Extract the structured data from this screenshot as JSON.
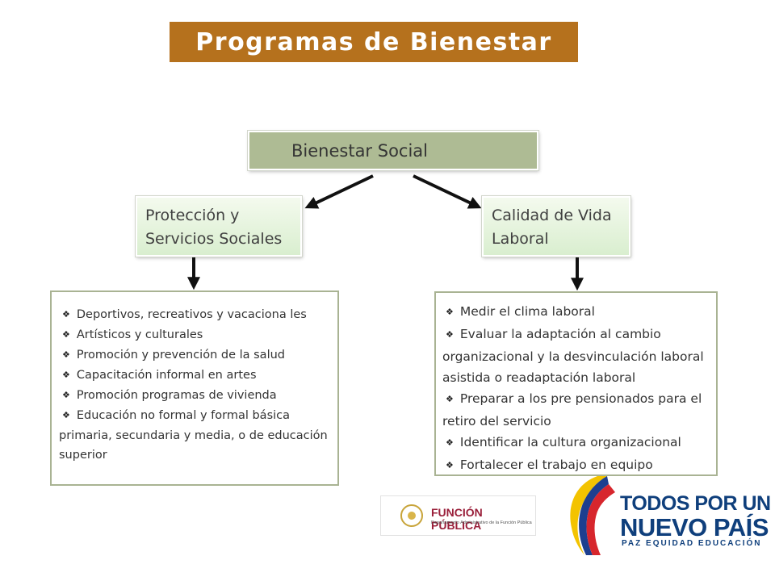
{
  "title": "Programas de Bienestar",
  "diagram": {
    "root": {
      "label": "Bienestar Social"
    },
    "left_node": {
      "label_line1": "Protección y",
      "label_line2": "Servicios  Sociales"
    },
    "right_node": {
      "label_line1": "Calidad de Vida",
      "label_line2": "Laboral"
    },
    "left_list": [
      "Deportivos, recreativos y vacaciona les",
      "Artísticos y culturales",
      "Promoción y prevención de la salud",
      "Capacitación informal en artes",
      "Promoción programas de vivienda",
      "Educación no formal y formal básica primaria, secundaria y media, o de educación superior"
    ],
    "right_list": [
      "Medir el clima laboral",
      "Evaluar la adaptación al cambio organizacional y la desvinculación laboral asistida o readaptación laboral",
      "Preparar a los pre pensionados para el retiro del servicio",
      "Identificar la cultura organizacional",
      "Fortalecer el trabajo en equipo"
    ],
    "bullet_glyph": "❖"
  },
  "logos": {
    "funcion_publica": {
      "name": "FUNCIÓN PÚBLICA",
      "subtitle": "Departamento Administrativo de la Función Pública"
    },
    "nuevo_pais": {
      "line1": "TODOS POR UN",
      "line2": "NUEVO PAÍS",
      "line3": "PAZ  EQUIDAD  EDUCACIÓN"
    }
  },
  "colors": {
    "title_bg": "#b5711d",
    "root_bg": "#aebb94",
    "list_border": "#a9b393",
    "arrow": "#111111"
  }
}
